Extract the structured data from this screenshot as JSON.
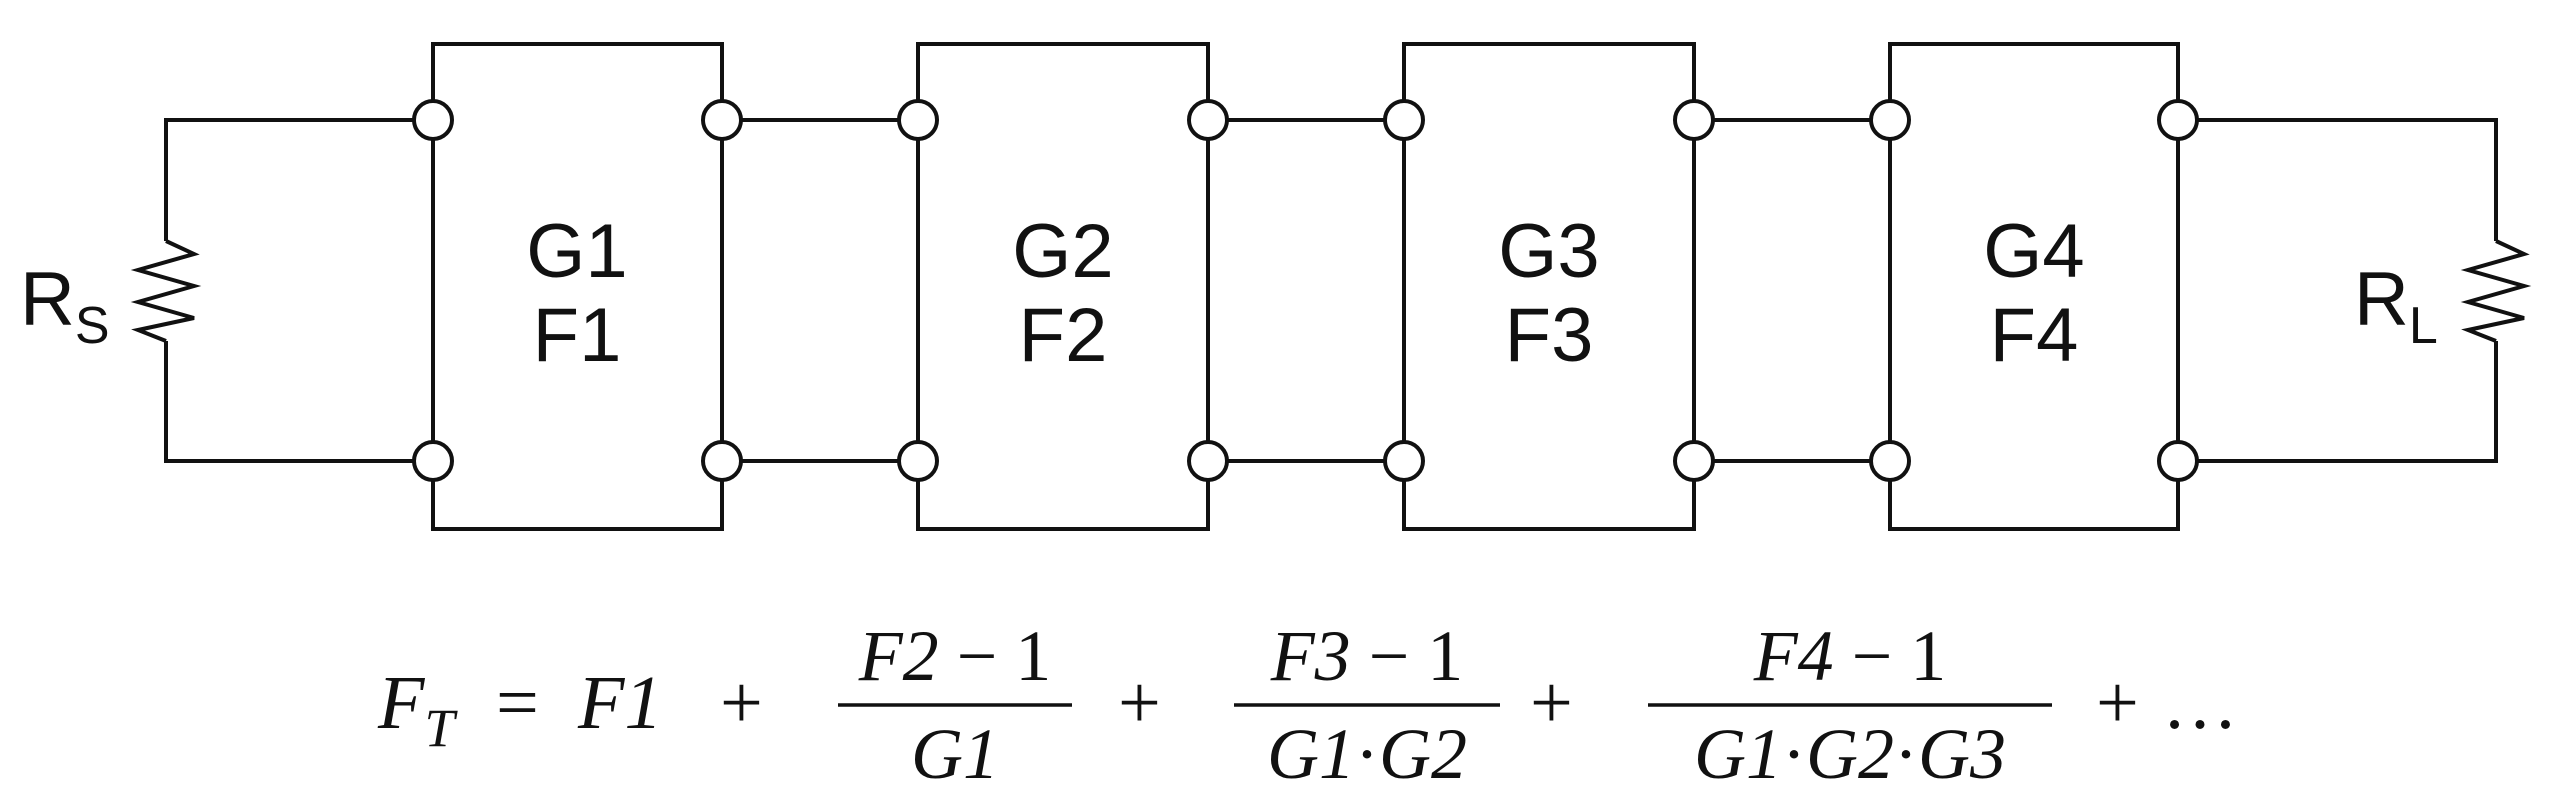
{
  "source_resistor": {
    "main": "R",
    "sub": "S"
  },
  "load_resistor": {
    "main": "R",
    "sub": "L"
  },
  "stages": [
    {
      "gain": "G1",
      "noise": "F1"
    },
    {
      "gain": "G2",
      "noise": "F2"
    },
    {
      "gain": "G3",
      "noise": "F3"
    },
    {
      "gain": "G4",
      "noise": "F4"
    }
  ],
  "formula": {
    "lhs_main": "F",
    "lhs_sub": "T",
    "equals": "=",
    "first_term": "F1",
    "plus": "+",
    "fractions": [
      {
        "num_var": "F2",
        "num_rest": " − 1",
        "den": [
          "G1"
        ]
      },
      {
        "num_var": "F3",
        "num_rest": " − 1",
        "den": [
          "G1",
          "G2"
        ]
      },
      {
        "num_var": "F4",
        "num_rest": " − 1",
        "den": [
          "G1",
          "G2",
          "G3"
        ]
      }
    ],
    "dot": "·",
    "ellipsis": "…"
  }
}
